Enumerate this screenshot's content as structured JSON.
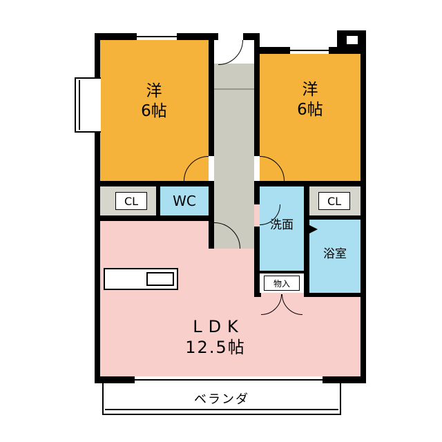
{
  "floorplan": {
    "rooms": {
      "bedroom_left": {
        "name": "洋",
        "area": "6帖"
      },
      "bedroom_right": {
        "name": "洋",
        "area": "6帖"
      },
      "ldk": {
        "name": "LDK",
        "area": "12.5帖"
      },
      "wc": {
        "name": "WC"
      },
      "closet_left": {
        "name": "CL"
      },
      "closet_right": {
        "name": "CL"
      },
      "washroom": {
        "name": "洗面"
      },
      "bathroom": {
        "name": "浴室"
      },
      "storage": {
        "name": "物入"
      },
      "veranda": {
        "name": "ベランダ"
      }
    },
    "colors": {
      "bedroom": "#F5B33C",
      "ldk": "#F8CFCB",
      "water": "#A9DFF0",
      "corridor": "#CBCBC0",
      "closet": "#D6D6CC",
      "wall": "#000000"
    }
  }
}
